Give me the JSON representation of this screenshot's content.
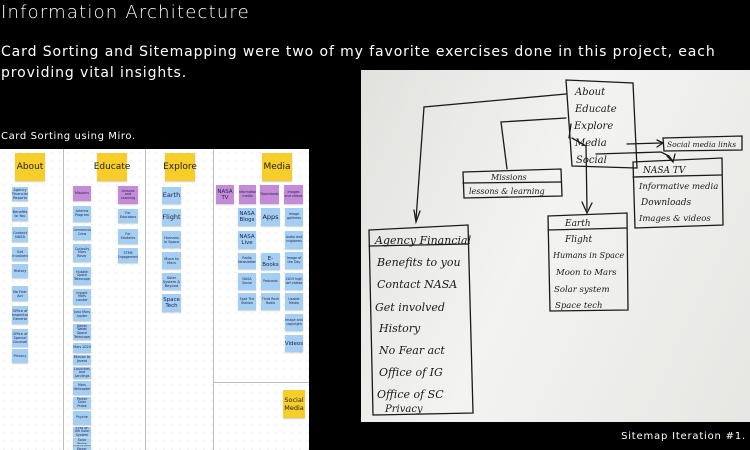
{
  "title": "Information Architecture",
  "intro": "Card Sorting and Sitemapping were two of my favorite exercises done in this project, each providing vital insights.",
  "card_sorting_label": "Card Sorting using Miro.",
  "sitemap_label": "Sitemap Iteration #1.",
  "board": {
    "about": {
      "header": "About",
      "notes": [
        "Agency Financial Reports",
        "Benefits to You",
        "Contact NASA",
        "Get Involved",
        "History",
        "No Fear Act",
        "Office of Inspector General",
        "Office of Special Counsel",
        "Privacy"
      ]
    },
    "educate": {
      "header": "Educate",
      "col1": [
        "Missions",
        "Artemis Program",
        "Commercial Crew",
        "Curiosity Mars Rover",
        "Hubble Space Telescope",
        "Insight Mars Lander",
        "Juno Mars Jupiter",
        "James Webb Space Telescope",
        "Mars 2020",
        "Mission to Jezero",
        "Launches and Landings",
        "Mars Helicopter",
        "Parker Solar Probe",
        "Psyche",
        "Eyes on the Solar System",
        "Parker Solar Probe",
        "Perseverance Rover"
      ],
      "col2": [
        "Lessons and Learning",
        "For Educators",
        "For Students",
        "STEM Engagement"
      ]
    },
    "explore": {
      "header": "Explore",
      "notes": [
        "Earth",
        "Flight",
        "Humans in Space",
        "Moon to Mars",
        "Solar System & Beyond",
        "Space Tech"
      ]
    },
    "media": {
      "header": "Media",
      "purple": [
        "NASA TV",
        "Information media",
        "Downloads",
        "Images and videos"
      ],
      "col1": [
        "NASA Blogs",
        "NASA Live",
        "Radio Newsletter",
        "NASA Social",
        "Spot The Station"
      ],
      "col2": [
        "Apps",
        "E-Books",
        "Podcasts",
        "Third Rock Radio"
      ],
      "col3": [
        "Image galleries",
        "Audio and ringtones",
        "Image of the Day",
        "2019 high def videos",
        "Usable Media",
        "Image and copyright",
        "Videos"
      ]
    },
    "social": {
      "header": "Social Media"
    }
  },
  "sitemap": {
    "top": [
      "About",
      "Educate",
      "Explore",
      "Media",
      "Social"
    ],
    "missions": [
      "Missions",
      "lessons & learning"
    ],
    "social_media": "Social media links",
    "media_box": [
      "NASA TV",
      "Informative media",
      "Downloads",
      "Images & videos"
    ],
    "explore_box": [
      "Earth",
      "Flight",
      "Humans in Space",
      "Moon to Mars",
      "Solar system",
      "Space tech"
    ],
    "about_box": [
      "Agency Financial",
      "Benefits to you",
      "Contact NASA",
      "Get involved",
      "History",
      "No Fear act",
      "Office of IG",
      "Office of SC",
      "Privacy"
    ]
  }
}
